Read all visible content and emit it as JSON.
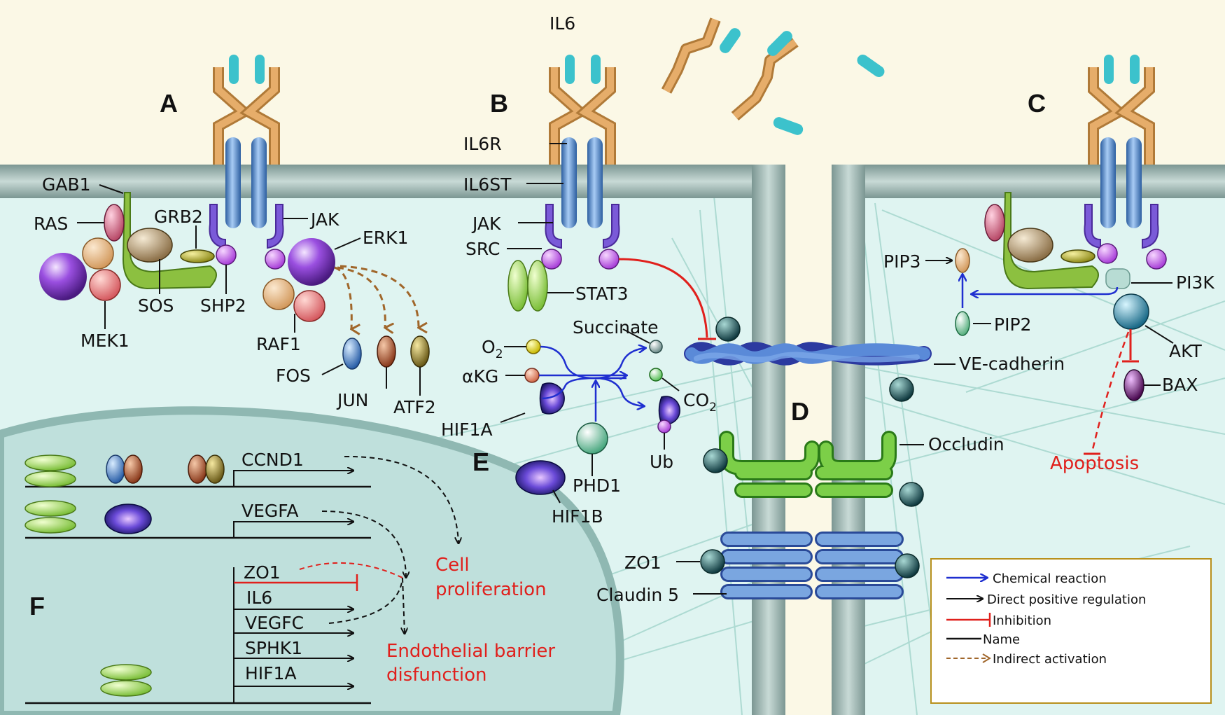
{
  "panels": [
    "A",
    "B",
    "C",
    "D",
    "E",
    "F"
  ],
  "labels": {
    "IL6": "IL6",
    "IL6R": "IL6R",
    "IL6ST": "IL6ST",
    "JAK_B": "JAK",
    "SRC": "SRC",
    "STAT3": "STAT3",
    "GAB1": "GAB1",
    "RAS": "RAS",
    "GRB2": "GRB2",
    "JAK_A": "JAK",
    "ERK1": "ERK1",
    "SOS": "SOS",
    "SHP2": "SHP2",
    "MEK1": "MEK1",
    "RAF1": "RAF1",
    "FOS": "FOS",
    "JUN": "JUN",
    "ATF2": "ATF2",
    "PIP3": "PIP3",
    "PIP2": "PIP2",
    "PI3K": "PI3K",
    "AKT": "AKT",
    "BAX": "BAX",
    "Succinate": "Succinate",
    "O2": "O",
    "O2_sub": "2",
    "aKG": "αKG",
    "CO2": "CO",
    "CO2_sub": "2",
    "HIF1A_E": "HIF1A",
    "PHD1": "PHD1",
    "Ub": "Ub",
    "HIF1B": "HIF1B",
    "VEcadherin": "VE-cadherin",
    "Occludin": "Occludin",
    "ZO1_D": "ZO1",
    "Claudin5": "Claudin 5"
  },
  "genes": [
    "CCND1",
    "VEGFA",
    "ZO1",
    "IL6",
    "VEGFC",
    "SPHK1",
    "HIF1A"
  ],
  "outcomes": {
    "apoptosis": "Apoptosis",
    "cell_prolif_1": "Cell",
    "cell_prolif_2": "proliferation",
    "barrier_1": "Endothelial barrier",
    "barrier_2": "disfunction"
  },
  "legend": [
    {
      "label": "Chemical reaction",
      "color": "#1f2fd0",
      "style": "arrow"
    },
    {
      "label": "Direct positive regulation",
      "color": "#111111",
      "style": "arrow"
    },
    {
      "label": "Inhibition",
      "color": "#e0201c",
      "style": "bar"
    },
    {
      "label": "Name",
      "color": "#111111",
      "style": "line"
    },
    {
      "label": "Indirect activation",
      "color": "#a0662a",
      "style": "dashed"
    }
  ],
  "colors": {
    "membrane": "#9fb7b2",
    "cytoplasm": "#dff4f1",
    "nucleus": "#bfe0dc",
    "receptor_orange": "#e0a460",
    "receptor_blue": "#5b8fd6",
    "ligand": "#3cc2cc"
  }
}
